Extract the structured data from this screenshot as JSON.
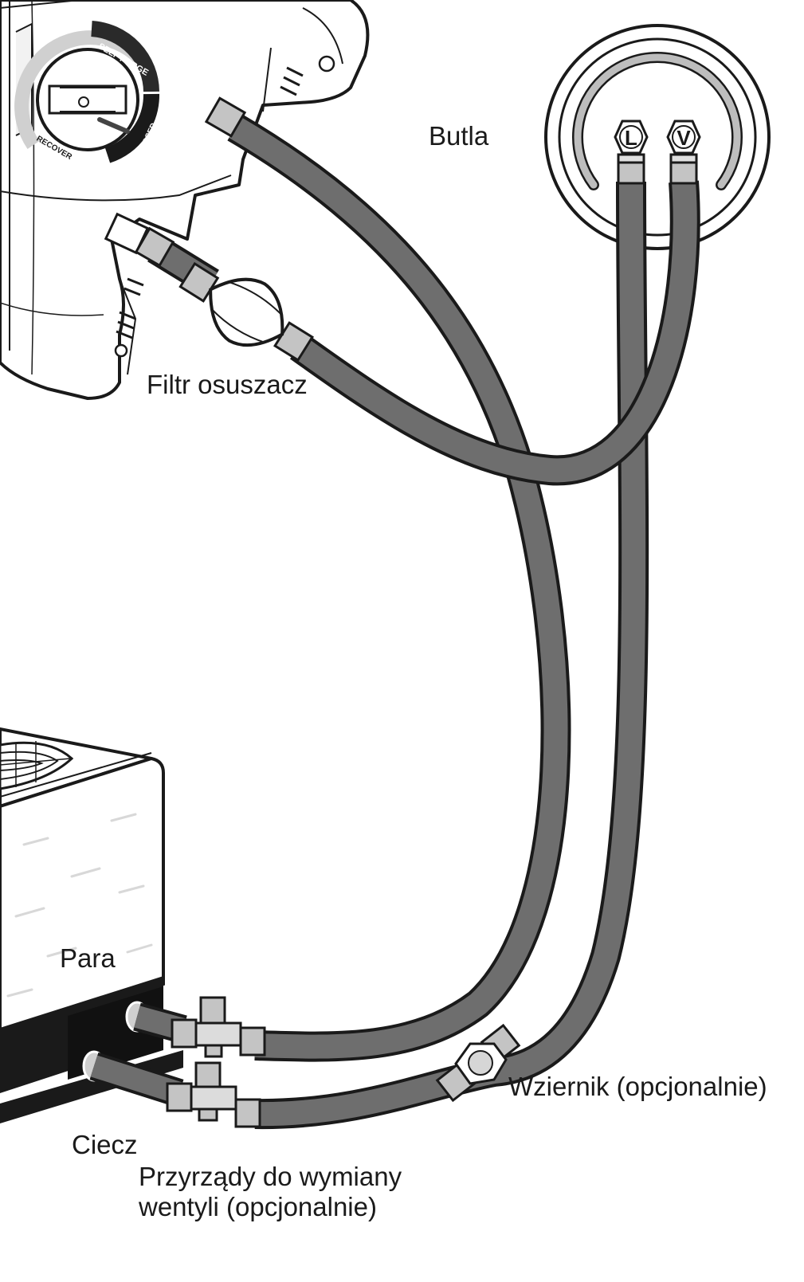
{
  "labels": {
    "cylinder": "Butla",
    "filter_drier": "Filtr osuszacz",
    "vapor": "Para",
    "liquid": "Ciecz",
    "sight_glass": "Wziernik (opcjonalnie)",
    "valve_tools_line1": "Przyrządy do wymiany",
    "valve_tools_line2": "wentyli (opcjonalnie)"
  },
  "dial": {
    "self_purge": "SELF PURGE",
    "closed": "CLOSED",
    "recover": "RECOVER"
  },
  "cylinder_ports": {
    "liquid": "L",
    "vapor": "V"
  },
  "colors": {
    "hose": "#6e6e6e",
    "outline": "#1a1a1a",
    "fitting": "#c4c4c4"
  }
}
